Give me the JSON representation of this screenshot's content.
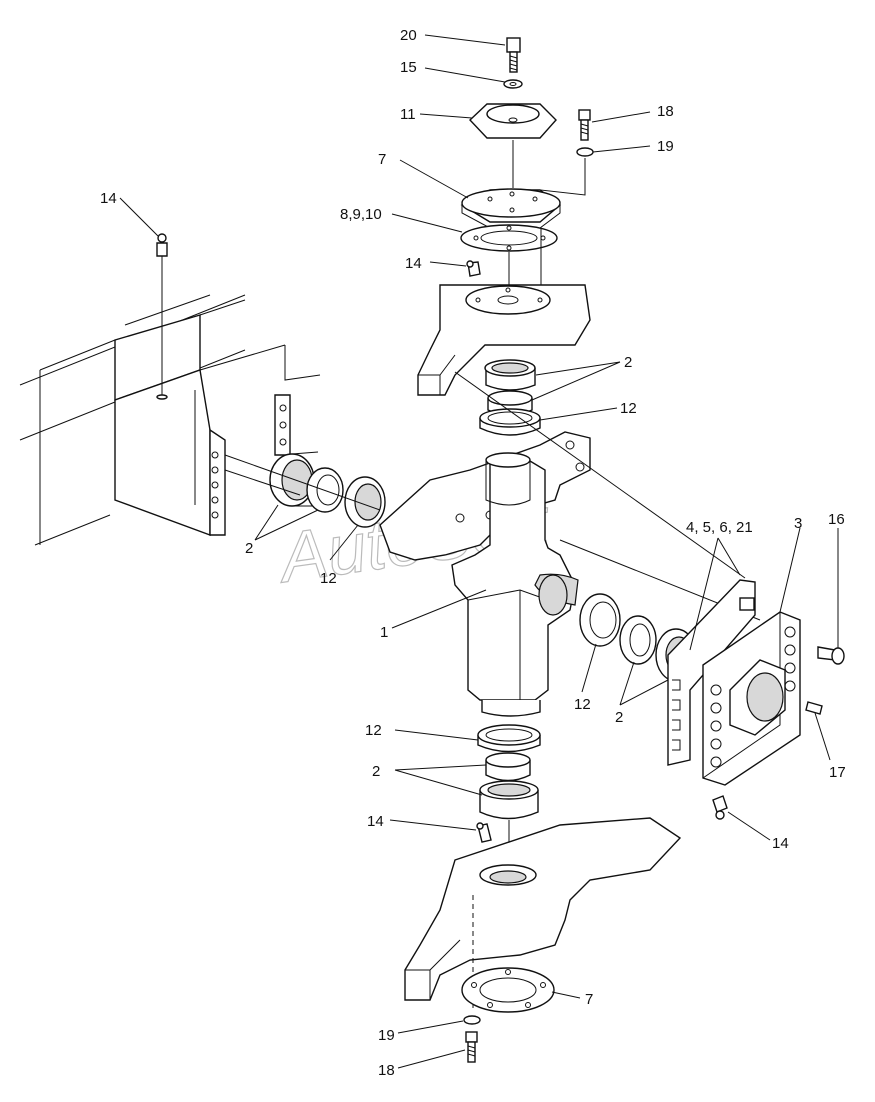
{
  "diagram": {
    "watermark": "AutoSoft",
    "callouts": {
      "c20": "20",
      "c15": "15",
      "c11": "11",
      "c18_top": "18",
      "c19_top": "19",
      "c7_top": "7",
      "c8_9_10": "8,9,10",
      "c14_topleft": "14",
      "c14_mid": "14",
      "c2_upper": "2",
      "c12_upper": "12",
      "c2_left": "2",
      "c12_left": "12",
      "c4_5_6_21": "4, 5, 6, 21",
      "c3": "3",
      "c16": "16",
      "c1": "1",
      "c12_right": "12",
      "c2_right": "2",
      "c17": "17",
      "c12_lower": "12",
      "c2_lower": "2",
      "c14_lower": "14",
      "c14_right": "14",
      "c7_bottom": "7",
      "c19_bottom": "19",
      "c18_bottom": "18"
    }
  }
}
